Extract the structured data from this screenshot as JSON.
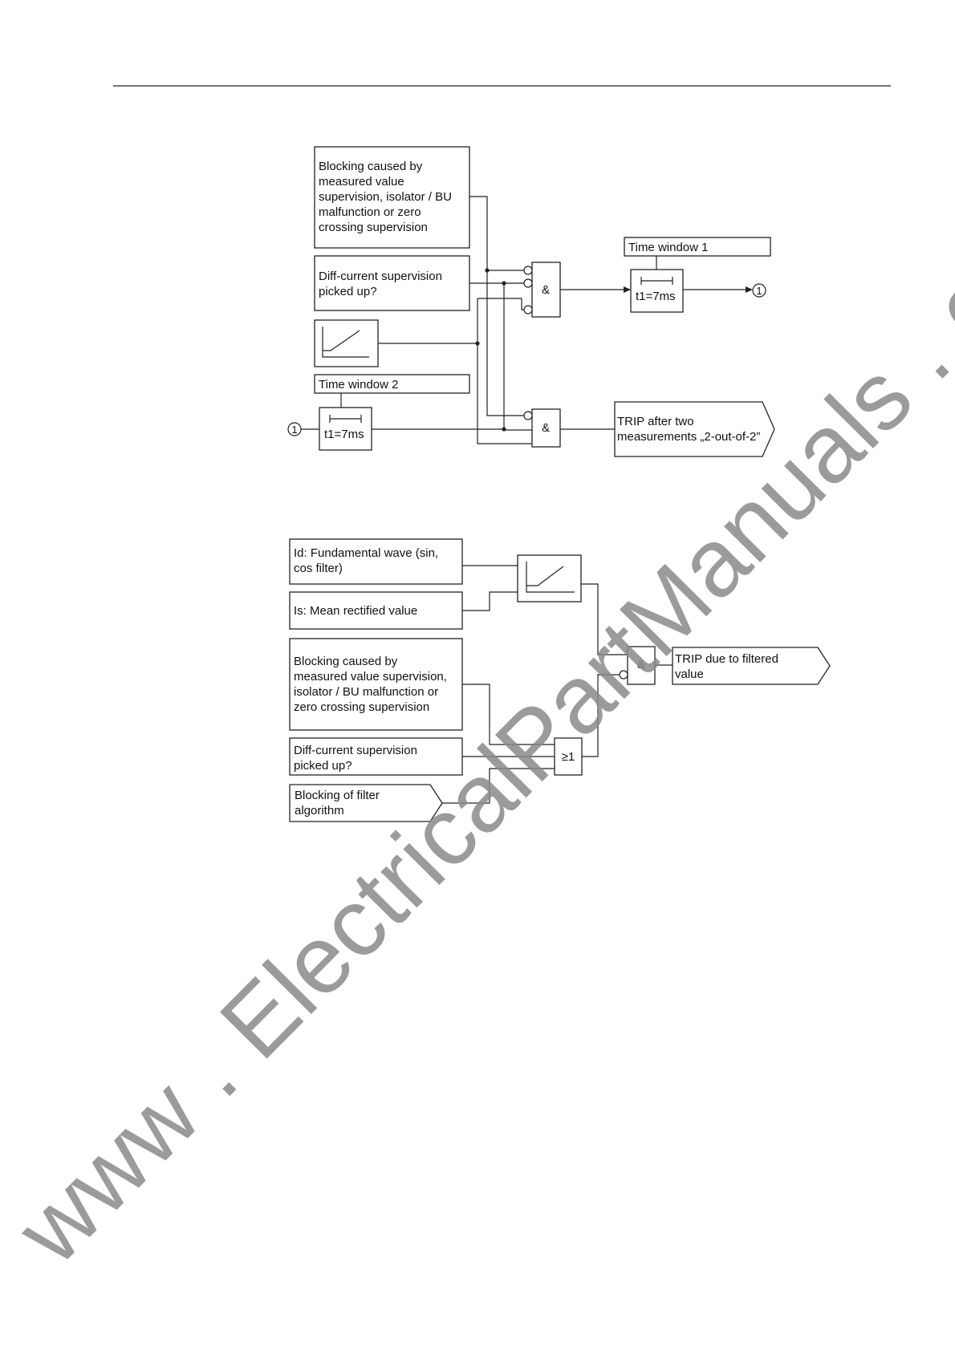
{
  "diagram1": {
    "blocking_lines": [
      "Blocking caused by",
      "measured value",
      "supervision, isolator / BU",
      "malfunction or zero",
      "crossing supervision"
    ],
    "diff_lines": [
      "Diff-current supervision",
      "picked up?"
    ],
    "time_window_1": "Time window 1",
    "time_window_2": "Time window 2",
    "timer_1": "t1=7ms",
    "timer_2": "t1=7ms",
    "and_gate": "&",
    "connector": "1",
    "trip_lines": [
      "TRIP after two",
      "measurements „2-out-of-2”"
    ]
  },
  "diagram2": {
    "id_lines": [
      "Id: Fundamental wave (sin,",
      "cos filter)"
    ],
    "is_label": "Is: Mean rectified value",
    "blocking_lines": [
      "Blocking caused by",
      "measured value supervision,",
      "isolator / BU malfunction or",
      "zero crossing supervision"
    ],
    "diff_lines": [
      "Diff-current supervision",
      "picked up?"
    ],
    "filter_lines": [
      "Blocking of filter",
      "algorithm"
    ],
    "or_gate": "≥1",
    "and_gate": "&",
    "trip_lines": [
      "TRIP due to filtered",
      "value"
    ]
  },
  "watermark": "www . ElectricalPartManuals . com"
}
